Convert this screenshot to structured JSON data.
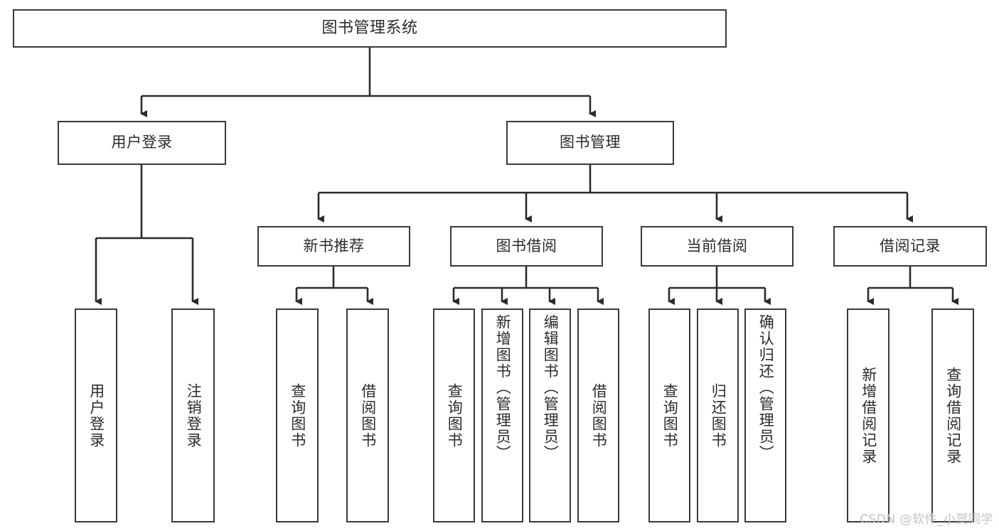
{
  "diagram": {
    "title": "图书管理系统",
    "type": "tree-hierarchy",
    "root": {
      "label": "图书管理系统"
    },
    "level2": [
      {
        "label": "用户登录"
      },
      {
        "label": "图书管理"
      }
    ],
    "level3": [
      {
        "label": "新书推荐"
      },
      {
        "label": "图书借阅"
      },
      {
        "label": "当前借阅"
      },
      {
        "label": "借阅记录"
      }
    ],
    "leaves": {
      "user_login": [
        {
          "label": "用户登录"
        },
        {
          "label": "注销登录"
        }
      ],
      "new_book_recommend": [
        {
          "label": "查询图书"
        },
        {
          "label": "借阅图书"
        }
      ],
      "book_borrow": [
        {
          "label": "查询图书"
        },
        {
          "label": "新增图书（管理员）"
        },
        {
          "label": "编辑图书（管理员）"
        },
        {
          "label": "借阅图书"
        }
      ],
      "current_borrow": [
        {
          "label": "查询图书"
        },
        {
          "label": "归还图书"
        },
        {
          "label": "确认归还（管理员）"
        }
      ],
      "borrow_records": [
        {
          "label": "新增借阅记录"
        },
        {
          "label": "查询借阅记录"
        }
      ]
    }
  },
  "watermark": {
    "text": "CSDN @软件_小贺同学"
  },
  "colors": {
    "stroke": "#3a3a3a",
    "text": "#2b2b2b",
    "background": "#ffffff",
    "watermark": "#c3c3c3"
  }
}
